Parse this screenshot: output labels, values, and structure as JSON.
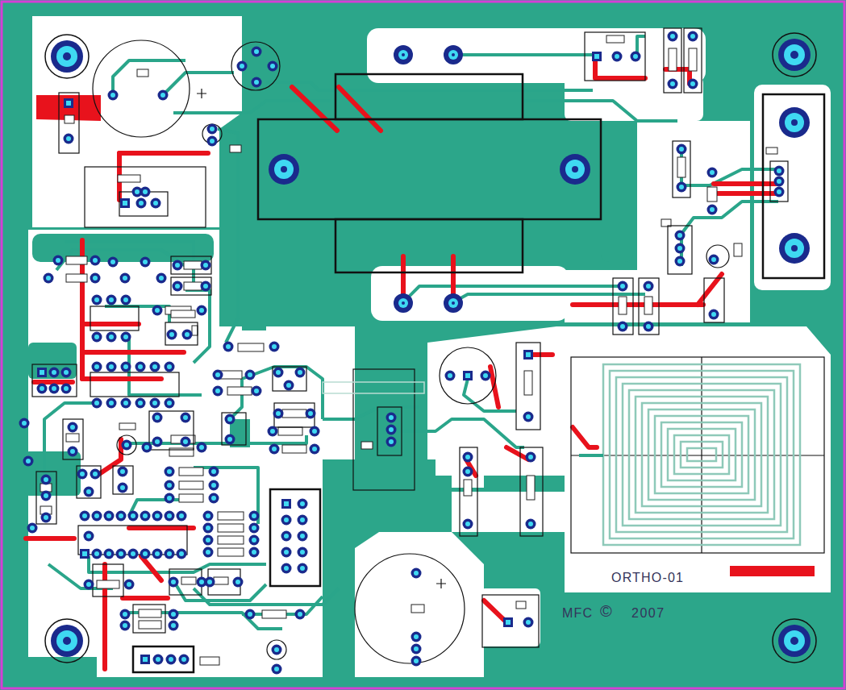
{
  "diagram": {
    "labels": [
      "ORTHO-01",
      "MFC",
      "©",
      "2007"
    ]
  }
}
